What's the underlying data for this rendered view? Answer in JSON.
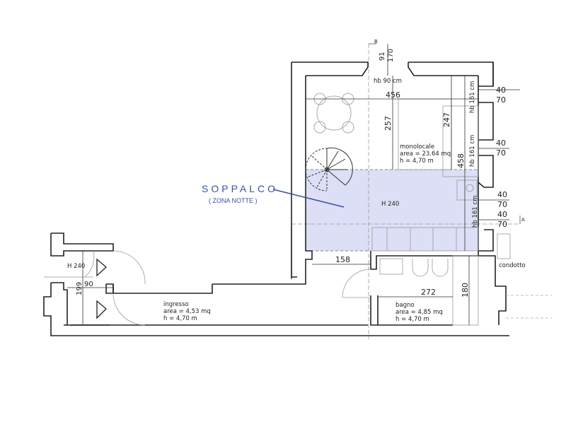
{
  "plan": {
    "mezzanine": {
      "title": "SOPPALCO",
      "subtitle": "( ZONA NOTTE )",
      "height_label": "H 240",
      "fill_color": "#dcdff5",
      "accent_color": "#3f4fa0"
    },
    "rooms": [
      {
        "name": "monolocale",
        "area": "area = 23.64 mq",
        "height": "h = 4,70 m"
      },
      {
        "name": "ingresso",
        "area": "area = 4,53 mq",
        "height": "h = 4,70 m"
      },
      {
        "name": "bagno",
        "area": "area = 4,85 mq",
        "height": "h = 4,70 m"
      }
    ],
    "labels": {
      "entry_height": "H 240",
      "condotto": "condotto",
      "section_b": "B",
      "section_a": "A",
      "window_top_hb": "hb 90 cm",
      "window_side_hb": "hb 161 cm"
    },
    "dimensions": {
      "top_91": "91",
      "top_170": "170",
      "width_456": "456",
      "height_257": "257",
      "height_247": "247",
      "height_458": "458",
      "width_158": "158",
      "width_272": "272",
      "height_180": "180",
      "entry_199": "199",
      "entry_90": "90",
      "win1_a": "40",
      "win1_b": "70",
      "win2_a": "40",
      "win2_b": "70",
      "win3_a": "40",
      "win3_b": "70",
      "win4_a": "40",
      "win4_b": "70"
    }
  }
}
